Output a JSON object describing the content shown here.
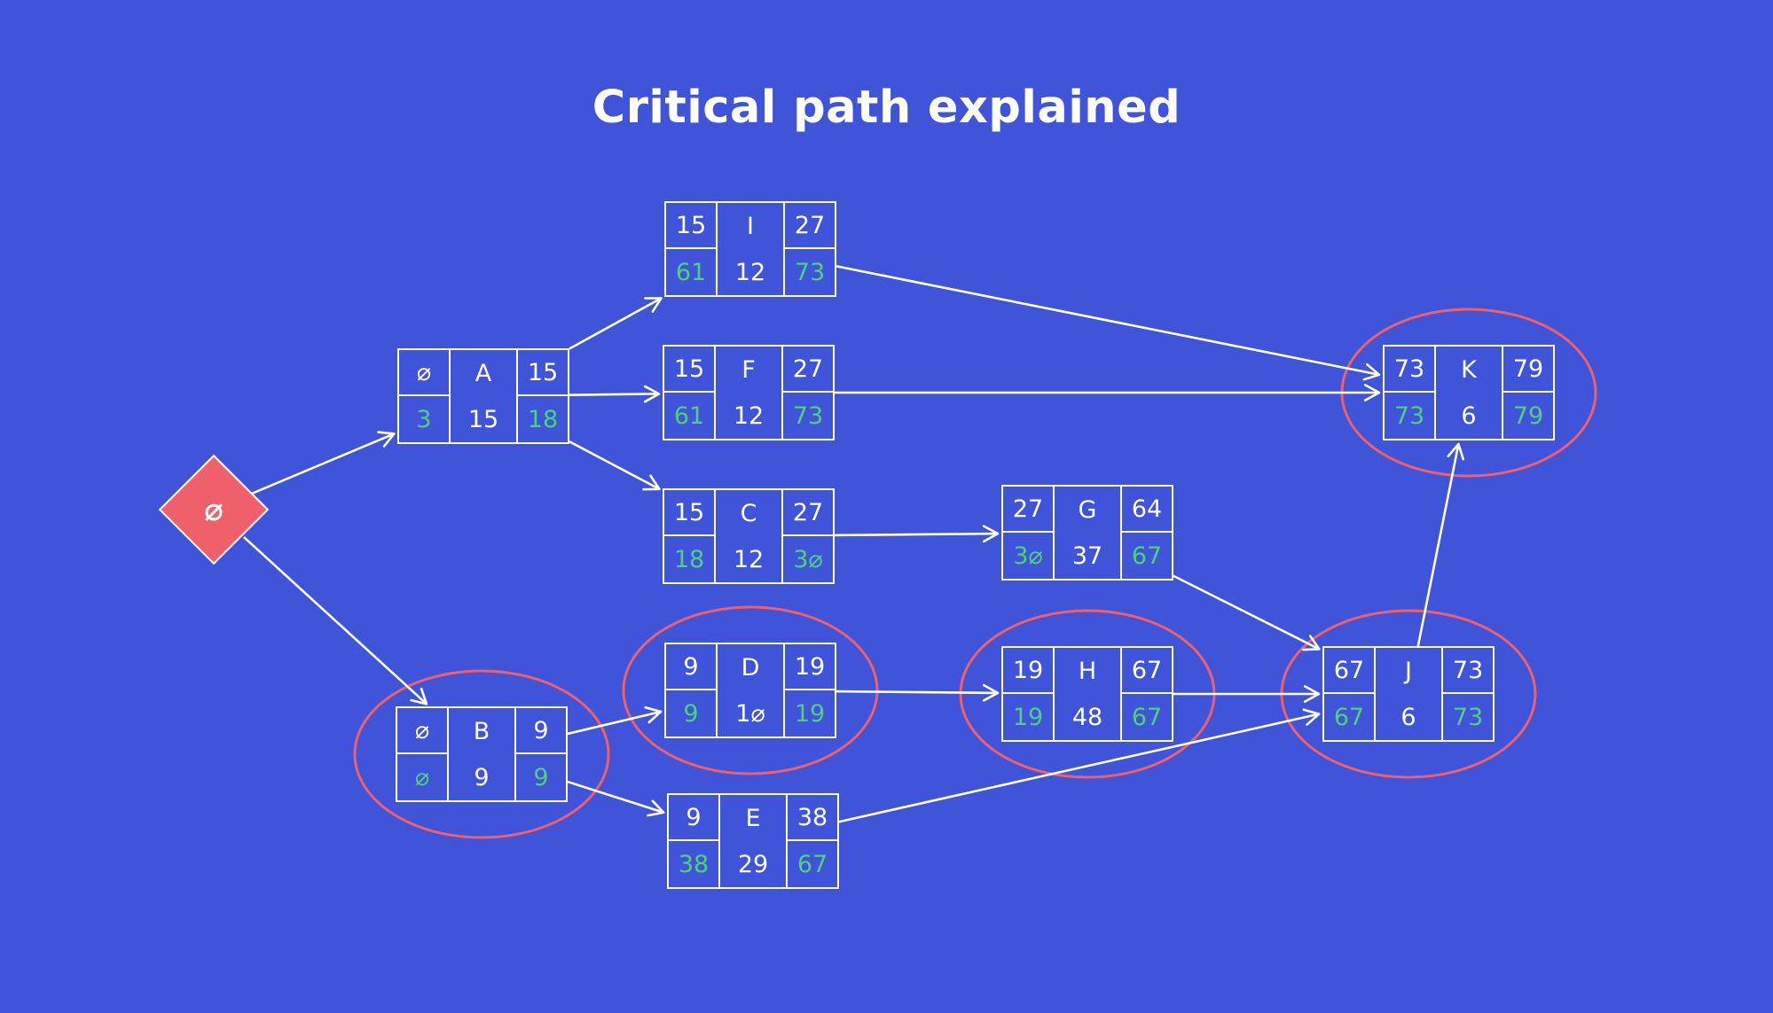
{
  "title": "Critical path explained",
  "colors": {
    "background": "#3f54d8",
    "line": "#ffffff",
    "slack_text": "#4fd17c",
    "highlight": "#f0606b"
  },
  "start_node": {
    "label": "⌀"
  },
  "nodes": {
    "A": {
      "es": "⌀",
      "name": "A",
      "ef": "15",
      "ls": "3",
      "dur": "15",
      "lf": "18"
    },
    "B": {
      "es": "⌀",
      "name": "B",
      "ef": "9",
      "ls": "⌀",
      "dur": "9",
      "lf": "9",
      "critical": true
    },
    "I": {
      "es": "15",
      "name": "I",
      "ef": "27",
      "ls": "61",
      "dur": "12",
      "lf": "73"
    },
    "F": {
      "es": "15",
      "name": "F",
      "ef": "27",
      "ls": "61",
      "dur": "12",
      "lf": "73"
    },
    "C": {
      "es": "15",
      "name": "C",
      "ef": "27",
      "ls": "18",
      "dur": "12",
      "lf": "3⌀"
    },
    "D": {
      "es": "9",
      "name": "D",
      "ef": "19",
      "ls": "9",
      "dur": "1⌀",
      "lf": "19",
      "critical": true
    },
    "E": {
      "es": "9",
      "name": "E",
      "ef": "38",
      "ls": "38",
      "dur": "29",
      "lf": "67"
    },
    "G": {
      "es": "27",
      "name": "G",
      "ef": "64",
      "ls": "3⌀",
      "dur": "37",
      "lf": "67"
    },
    "H": {
      "es": "19",
      "name": "H",
      "ef": "67",
      "ls": "19",
      "dur": "48",
      "lf": "67",
      "critical": true
    },
    "J": {
      "es": "67",
      "name": "J",
      "ef": "73",
      "ls": "67",
      "dur": "6",
      "lf": "73",
      "critical": true
    },
    "K": {
      "es": "73",
      "name": "K",
      "ef": "79",
      "ls": "73",
      "dur": "6",
      "lf": "79",
      "critical": true
    }
  },
  "edges": [
    [
      "start",
      "A"
    ],
    [
      "start",
      "B"
    ],
    [
      "A",
      "I"
    ],
    [
      "A",
      "F"
    ],
    [
      "A",
      "C"
    ],
    [
      "B",
      "D"
    ],
    [
      "B",
      "E"
    ],
    [
      "C",
      "G"
    ],
    [
      "D",
      "H"
    ],
    [
      "G",
      "J"
    ],
    [
      "H",
      "J"
    ],
    [
      "E",
      "J"
    ],
    [
      "I",
      "K"
    ],
    [
      "F",
      "K"
    ],
    [
      "J",
      "K"
    ]
  ]
}
